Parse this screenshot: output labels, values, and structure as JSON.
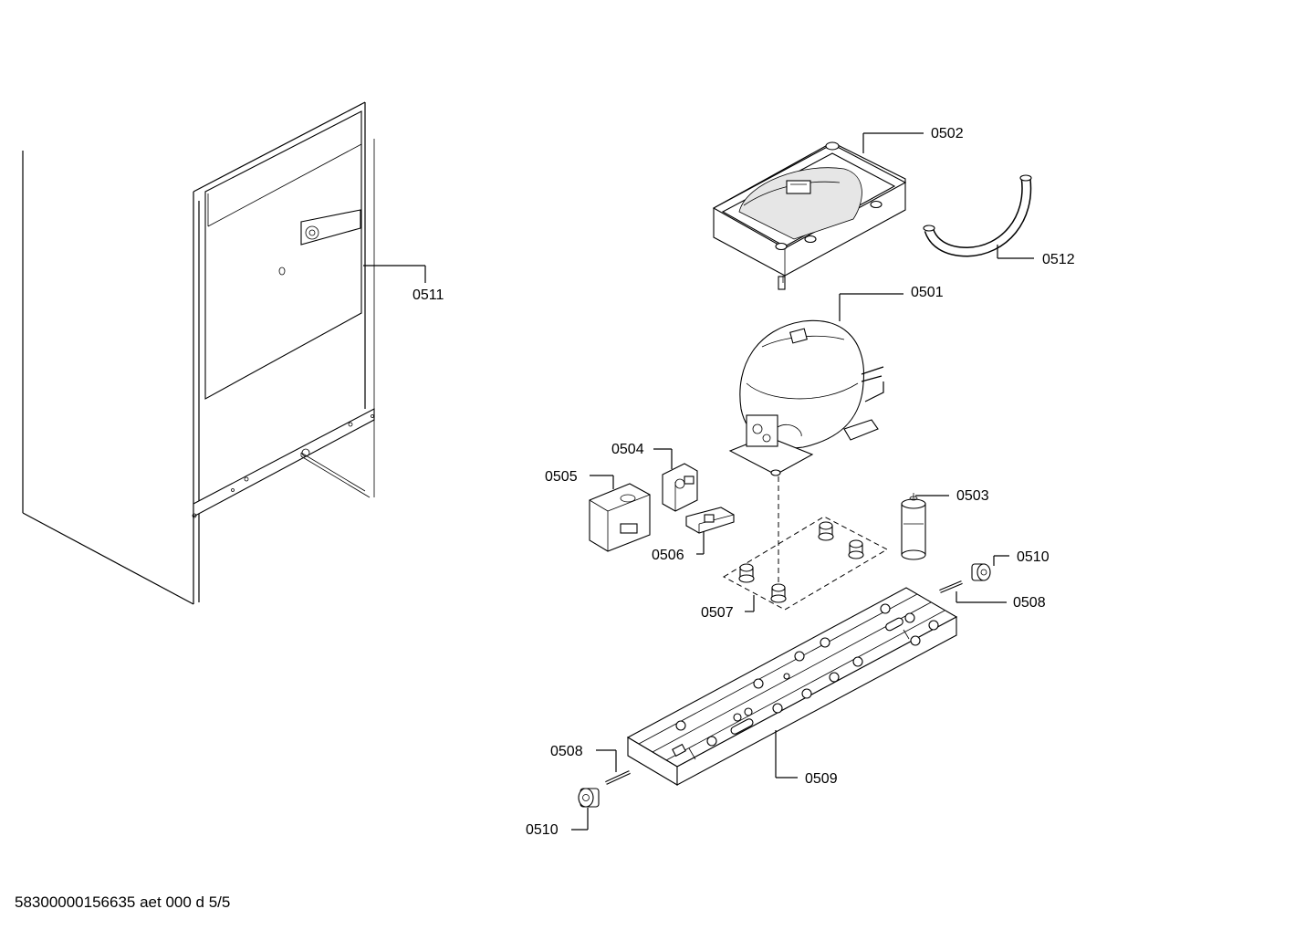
{
  "drawing": {
    "footer_text": "58300000156635 aet 000 d 5/5",
    "callouts": {
      "c0511": "0511",
      "c0502": "0502",
      "c0512": "0512",
      "c0501": "0501",
      "c0504": "0504",
      "c0505": "0505",
      "c0506": "0506",
      "c0503": "0503",
      "c0510a": "0510",
      "c0507": "0507",
      "c0508a": "0508",
      "c0508b": "0508",
      "c0509": "0509",
      "c0510b": "0510"
    }
  }
}
